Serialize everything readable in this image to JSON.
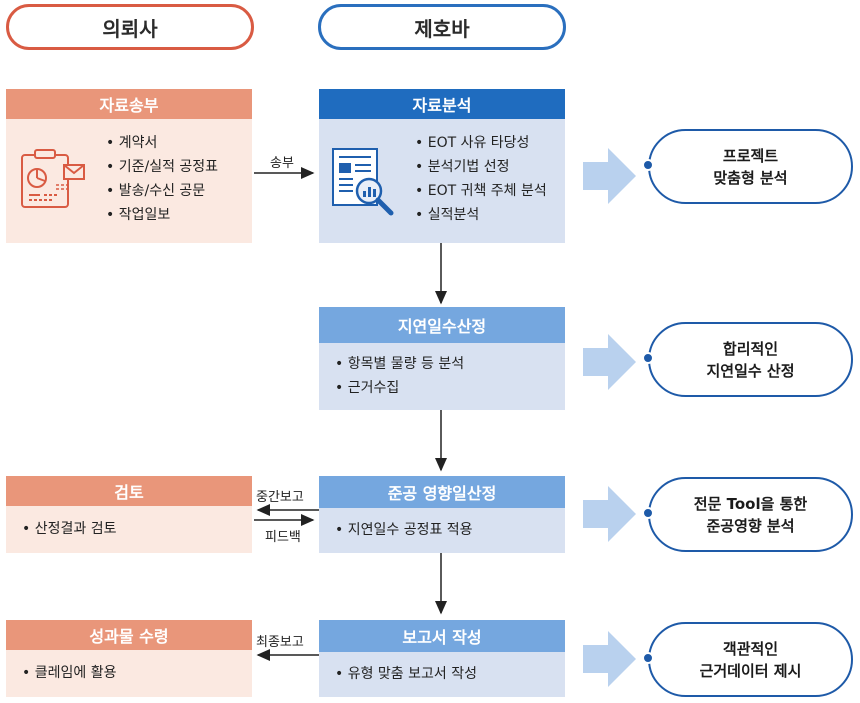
{
  "columns": {
    "left": "의뢰사",
    "right": "제호바"
  },
  "left_boxes": [
    {
      "title": "자료송부",
      "items": [
        "계약서",
        "기준/실적 공정표",
        "발송/수신 공문",
        "작업일보"
      ]
    },
    {
      "title": "검토",
      "items": [
        "산정결과 검토"
      ]
    },
    {
      "title": "성과물 수령",
      "items": [
        "클레임에 활용"
      ]
    }
  ],
  "right_boxes": [
    {
      "title": "자료분석",
      "items": [
        "EOT 사유 타당성",
        "분석기법 선정",
        "EOT 귀책 주체 분석",
        "실적분석"
      ]
    },
    {
      "title": "지연일수산정",
      "items": [
        "항목별 물량 등 분석",
        "근거수집"
      ]
    },
    {
      "title": "준공 영향일산정",
      "items": [
        "지연일수 공정표 적용"
      ]
    },
    {
      "title": "보고서 작성",
      "items": [
        "유형 맞춤 보고서 작성"
      ]
    }
  ],
  "results": [
    {
      "line1": "프로젝트",
      "line2": "맞춤형 분석"
    },
    {
      "line1": "합리적인",
      "line2": "지연일수 산정"
    },
    {
      "line1": "전문 Tool을 통한",
      "line2": "준공영향 분석"
    },
    {
      "line1": "객관적인",
      "line2": "근거데이터 제시"
    }
  ],
  "arrow_labels": {
    "send": "송부",
    "interim_report": "중간보고",
    "feedback": "피드백",
    "final_report": "최종보고"
  },
  "colors": {
    "left_accent": "#d95b43",
    "right_accent": "#2a6fbe",
    "orange_header": "#e9967a",
    "orange_body": "#fbe9e1",
    "blue_header_dark": "#1f6cbf",
    "blue_header": "#75a7df",
    "blue_body": "#d8e1f1",
    "oval_border": "#1e5aa8"
  },
  "icons": [
    "clipboard-chart-envelope-icon",
    "report-magnifier-icon"
  ]
}
